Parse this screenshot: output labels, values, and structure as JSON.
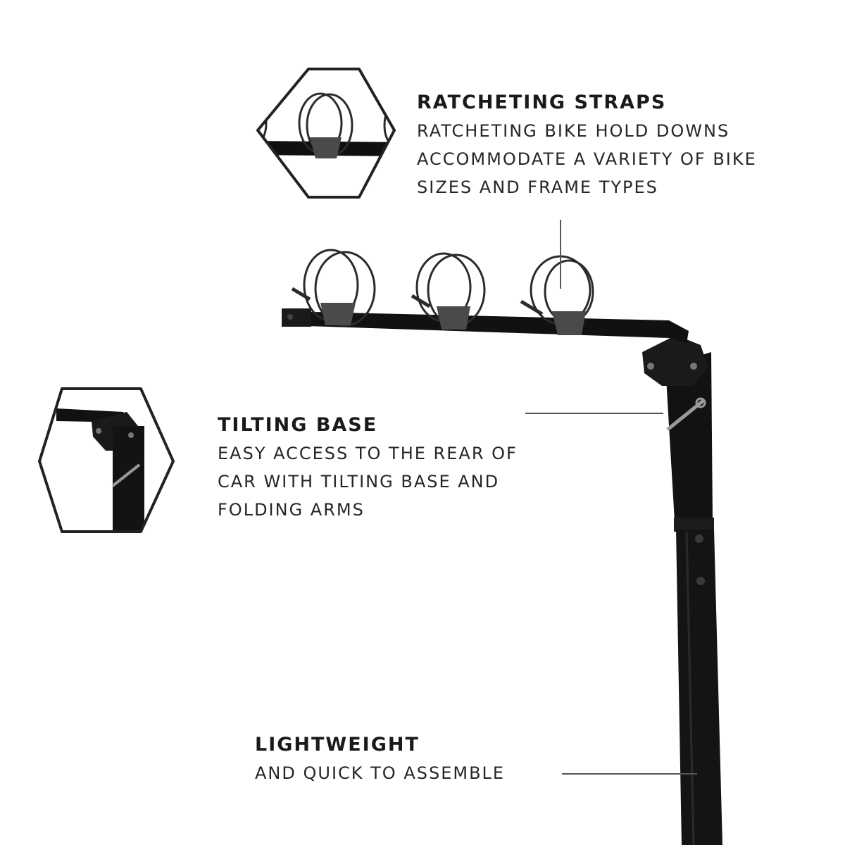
{
  "features": {
    "ratcheting": {
      "title": "RATCHETING STRAPS",
      "lines": [
        "RATCHETING BIKE HOLD DOWNS",
        "ACCOMMODATE A VARIETY OF BIKE",
        "SIZES AND FRAME TYPES"
      ]
    },
    "tilting": {
      "title": "TILTING BASE",
      "lines": [
        "EASY ACCESS TO THE REAR OF",
        "CAR WITH TILTING BASE AND",
        "FOLDING ARMS"
      ]
    },
    "lightweight": {
      "title": "LIGHTWEIGHT",
      "lines": [
        "AND QUICK TO ASSEMBLE"
      ]
    }
  },
  "colors": {
    "rack": "#121212",
    "cradle": "#4a4a4a",
    "strap": "#2b2b2b",
    "callout_line": "#555555"
  }
}
